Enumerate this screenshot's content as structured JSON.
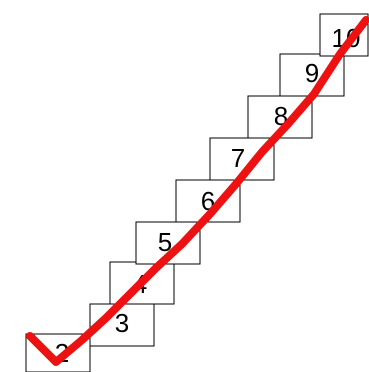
{
  "steps": [
    {
      "label": "2",
      "hatched": false
    },
    {
      "label": "3",
      "hatched": false
    },
    {
      "label": "4",
      "hatched": false
    },
    {
      "label": "5",
      "hatched": false
    },
    {
      "label": "6",
      "hatched": false
    },
    {
      "label": "7",
      "hatched": false
    },
    {
      "label": "8",
      "hatched": true
    },
    {
      "label": "9",
      "hatched": false
    },
    {
      "label": "10",
      "hatched": false
    }
  ],
  "path": {
    "color": "#ee1111",
    "description_order": [
      "2",
      "3",
      "4",
      "5",
      "6",
      "7",
      "8",
      "9",
      "10"
    ]
  },
  "colors": {
    "box_fill": "#ffffff",
    "box_stroke": "#000000",
    "hatch": "#000000",
    "text": "#000000"
  }
}
